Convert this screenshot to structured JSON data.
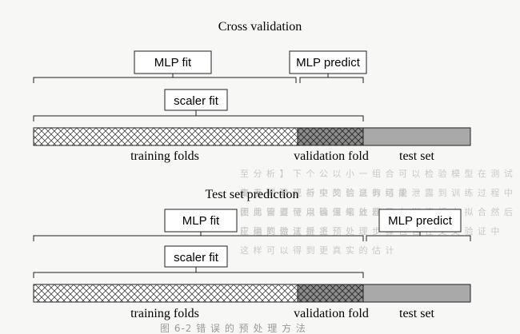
{
  "sections": [
    {
      "title": "Cross validation",
      "mlp_fit": "MLP fit",
      "mlp_predict": "MLP predict",
      "scaler_fit": "scaler fit",
      "label_training": "training folds",
      "label_validation": "validation fold",
      "label_test": "test set"
    },
    {
      "title": "Test set prediction",
      "mlp_fit": "MLP fit",
      "mlp_predict": "MLP predict",
      "scaler_fit": "scaler fit",
      "label_training": "training folds",
      "label_validation": "validation fold",
      "label_test": "test set"
    }
  ],
  "background_text": {
    "line1": "至 分 析 】 下 个 公 以 小 一 组 合 可 以 检 验 模 型 在 测 试 集 上 的 表 现 与 交 叉 验 证 的 结 果",
    "line2": "变 差 到 验 证 折 中 的 信 息 有 可 能 泄 露 到 训 练 过 程 中 因 此 需 要 使 用 管 道 来 处 理",
    "line3": "使 用 管 道 可 以 确 保 缩 放 器 只 在 训 练 折 上 拟 合 然 后 应 用 到 验 证 折 上",
    "line4": "正 确 的 做 法 是 将 预 处 理 步 骤 包 含 在 交 叉 验 证 中",
    "line5": "这 样 可 以 得 到 更 真 实 的 估 计",
    "caption": "图 6-2  错 误 的 预 处 理 方 法"
  },
  "colors": {
    "hatch_light_bg": "#ffffff",
    "hatch_dark_bg": "#8c8c8c",
    "test_fill": "#a9a9a9",
    "line": "#222222"
  }
}
